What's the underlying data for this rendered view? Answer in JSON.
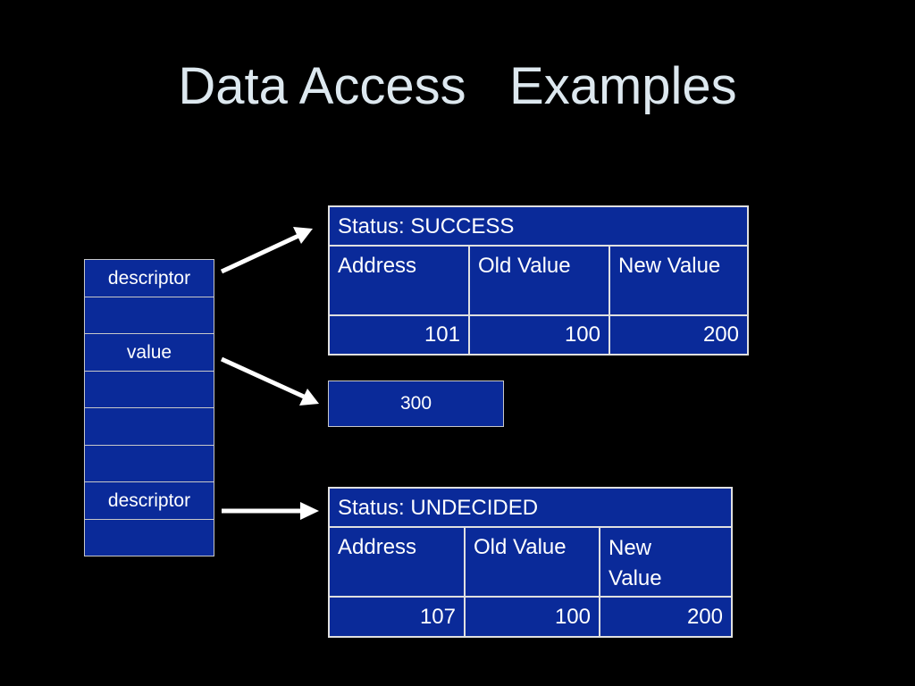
{
  "slide": {
    "title": "Data Access   Examples"
  },
  "memory": {
    "cells": [
      "descriptor",
      "",
      "value",
      "",
      "",
      "",
      "descriptor",
      ""
    ]
  },
  "descriptor_success": {
    "status": "Status: SUCCESS",
    "headers": [
      "Address",
      "Old Value",
      "New Value"
    ],
    "values": [
      "101",
      "100",
      "200"
    ]
  },
  "value_box": {
    "text": "300"
  },
  "descriptor_undecided": {
    "status": "Status: UNDECIDED",
    "headers": [
      "Address",
      "Old Value",
      "New Value"
    ],
    "values": [
      "107",
      "100",
      "200"
    ]
  },
  "colors": {
    "background": "#000000",
    "cell_fill": "#0a2a99",
    "text": "#ffffff",
    "title_text": "#dde8ef",
    "arrow": "#ffffff"
  }
}
